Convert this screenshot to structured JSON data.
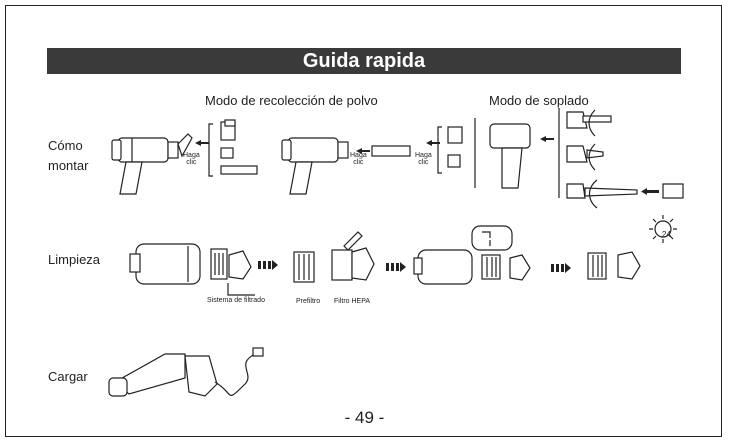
{
  "header": {
    "title": "Guida rapida"
  },
  "sections": {
    "dust_mode": "Modo de recolección de polvo",
    "blow_mode": "Modo de soplado"
  },
  "rows": {
    "mount_line1": "Cómo",
    "mount_line2": "montar",
    "cleaning": "Limpieza",
    "charging": "Cargar"
  },
  "click_labels": {
    "haga": "Haga",
    "clic": "clic"
  },
  "captions": {
    "filter_system": "Sistema de filtrado",
    "prefilter": "Prefiltro",
    "hepa": "Filtro HEPA"
  },
  "icons": {
    "timer_value": "24"
  },
  "footer": {
    "page": "- 49 -"
  }
}
